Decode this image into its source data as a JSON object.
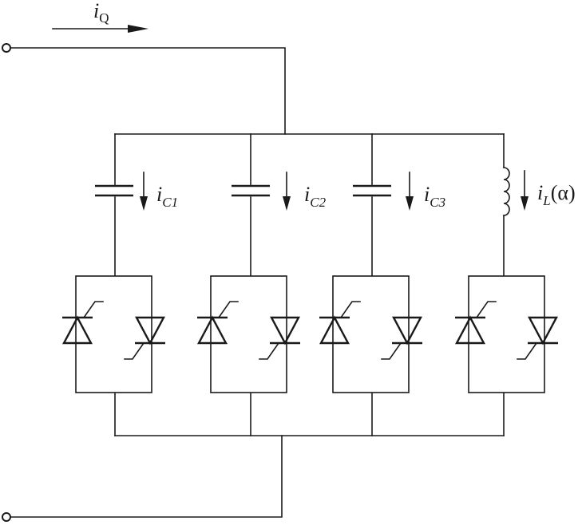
{
  "labels": {
    "iq_main": "i",
    "iq_sub": "Q",
    "ic1_main": "i",
    "ic1_sub": "C1",
    "ic2_main": "i",
    "ic2_sub": "C2",
    "ic3_main": "i",
    "ic3_sub": "C3",
    "il_main": "i",
    "il_sub": "L",
    "il_arg": "(α)"
  }
}
